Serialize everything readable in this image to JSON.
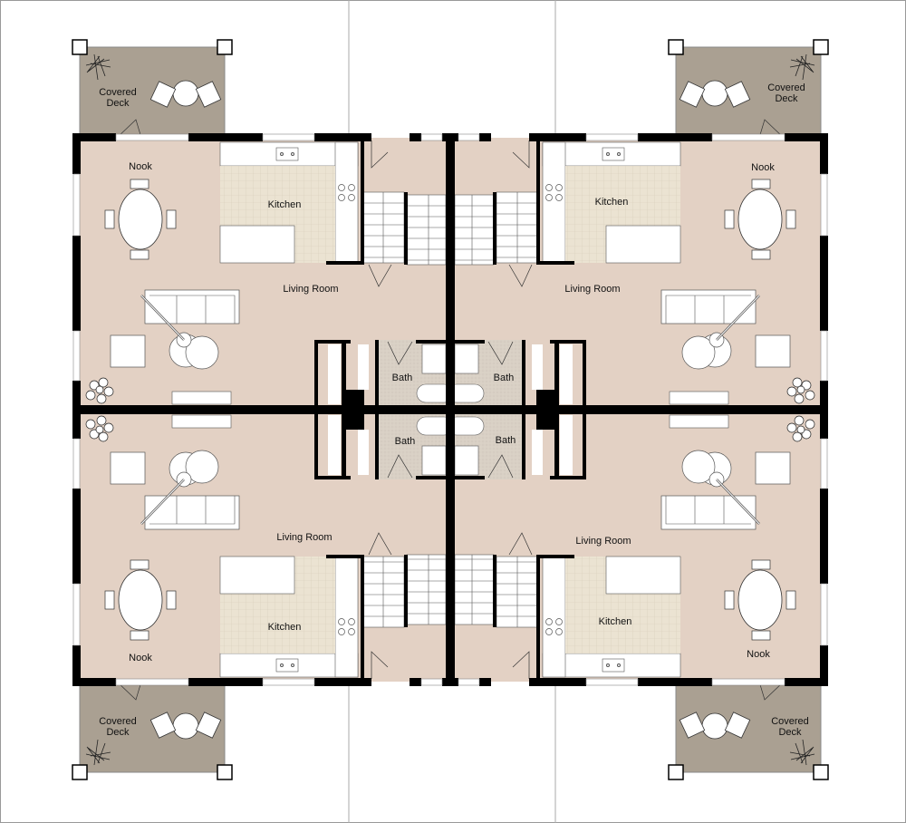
{
  "colors": {
    "floor": "#e3d1c4",
    "deck": "#aaa092",
    "tile": "#ebe3d2",
    "bath": "#d9d0c5",
    "wall": "#000000"
  },
  "units": [
    {
      "id": "top-left",
      "deck": [
        "Covered",
        "Deck"
      ],
      "nook": "Nook",
      "kitchen": "Kitchen",
      "living": "Living Room",
      "bath": "Bath"
    },
    {
      "id": "top-right",
      "deck": [
        "Covered",
        "Deck"
      ],
      "nook": "Nook",
      "kitchen": "Kitchen",
      "living": "Living Room",
      "bath": "Bath"
    },
    {
      "id": "bottom-left",
      "deck": [
        "Covered",
        "Deck"
      ],
      "nook": "Nook",
      "kitchen": "Kitchen",
      "living": "Living Room",
      "bath": "Bath"
    },
    {
      "id": "bottom-right",
      "deck": [
        "Covered",
        "Deck"
      ],
      "nook": "Nook",
      "kitchen": "Kitchen",
      "living": "Living Room",
      "bath": "Bath"
    }
  ]
}
